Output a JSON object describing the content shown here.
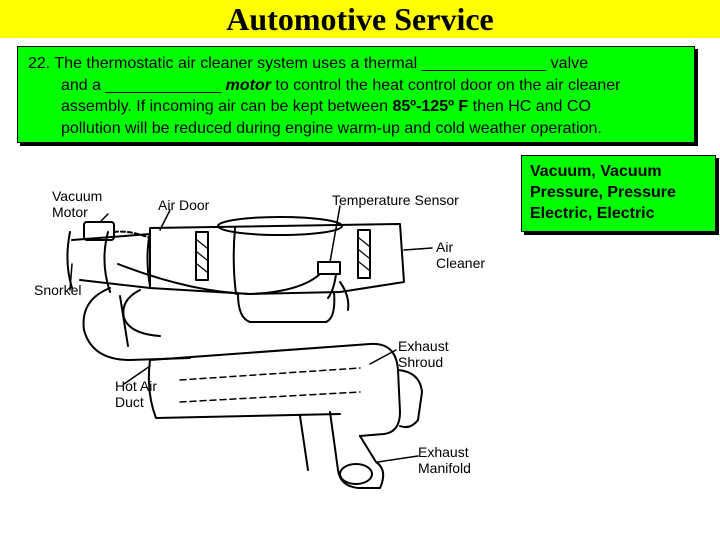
{
  "title": "Automotive Service",
  "question": {
    "line1": "22. The thermostatic air cleaner system uses a thermal ______________ valve",
    "line2a": "and a _____________ ",
    "line2b": "motor",
    "line2c": " to control the heat control door on the air cleaner",
    "line3a": "assembly.  If incoming air can be kept between ",
    "line3b": "85º-125º F",
    "line3c": " then HC and CO",
    "line4": "pollution will be reduced during engine warm-up and cold weather operation."
  },
  "answers": [
    "Vacuum, Vacuum",
    "Pressure, Pressure",
    "Electric, Electric"
  ],
  "diagram": {
    "labels": {
      "vacuum_motor_1": "Vacuum",
      "vacuum_motor_2": "Motor",
      "air_door": "Air Door",
      "temperature_sensor": "Temperature Sensor",
      "air_cleaner_1": "Air",
      "air_cleaner_2": "Cleaner",
      "snorkel": "Snorkel",
      "exhaust_shroud_1": "Exhaust",
      "exhaust_shroud_2": "Shroud",
      "hot_air_duct_1": "Hot Air",
      "hot_air_duct_2": "Duct",
      "exhaust_manifold_1": "Exhaust",
      "exhaust_manifold_2": "Manifold"
    }
  }
}
